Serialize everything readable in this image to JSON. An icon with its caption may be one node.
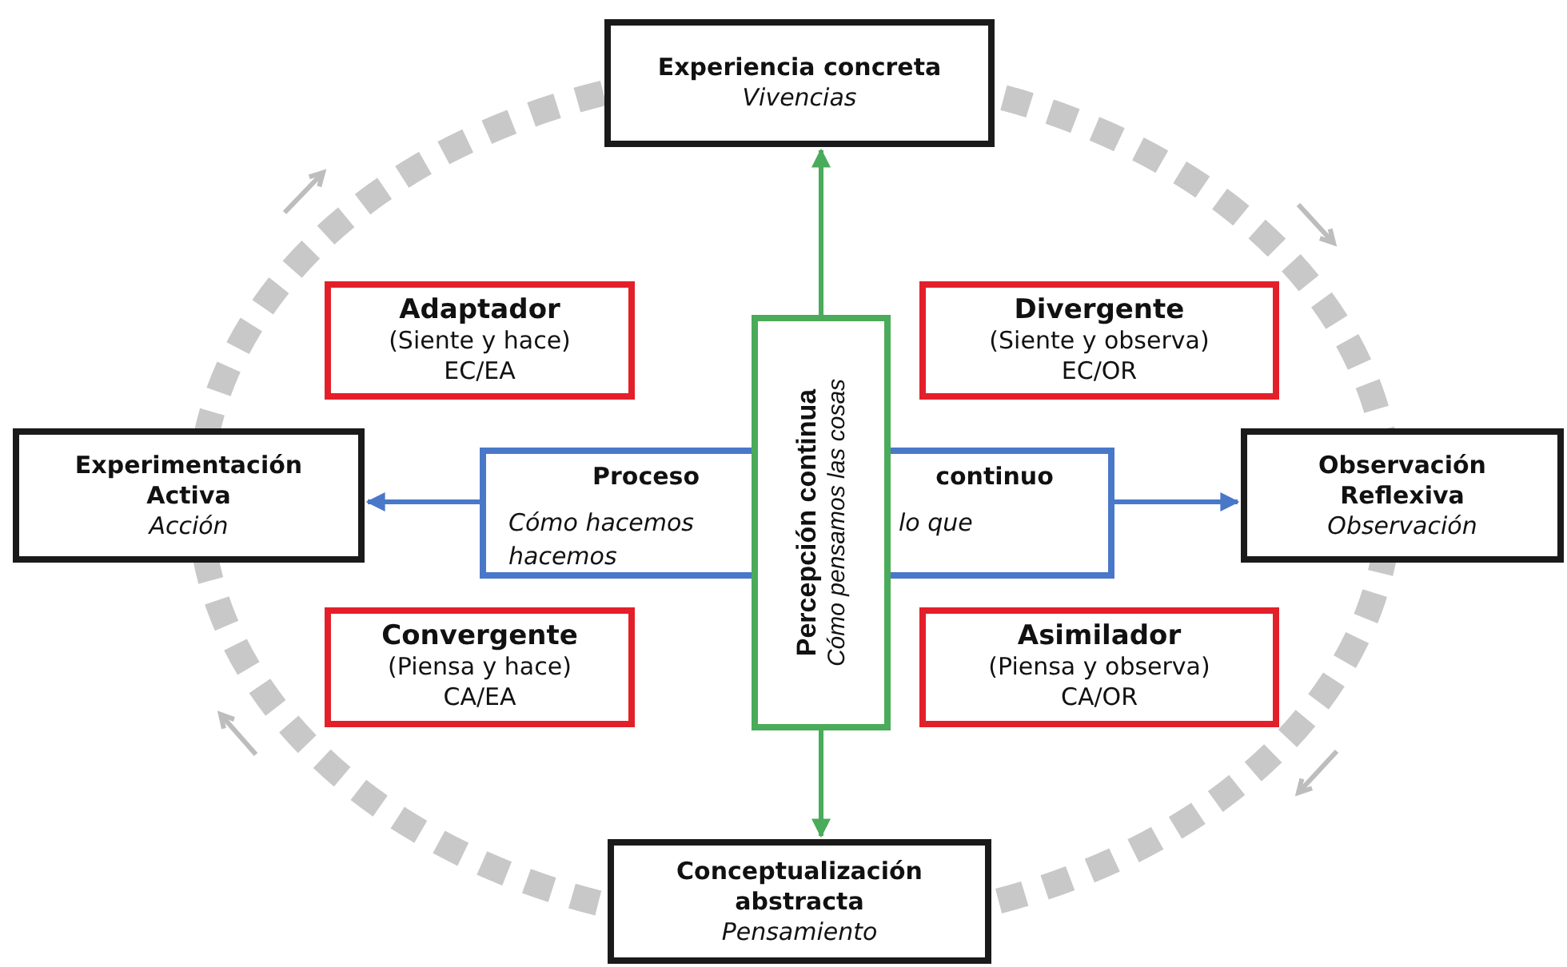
{
  "diagram": {
    "nodes": [
      {
        "text": [
          "Experiencia concreta",
          "Vivencias"
        ]
      },
      {
        "text": [
          "Adaptador",
          "(Siente y hace)",
          "EC/EA"
        ]
      },
      {
        "text": [
          "Divergente",
          "(Siente y observa)",
          "EC/OR"
        ]
      },
      {
        "text": [
          "Experimentación Activa",
          "Acción"
        ]
      },
      {
        "text": [
          "Proceso",
          "Cómo hacemos hacemos",
          "continuo",
          "lo que"
        ]
      },
      {
        "text": [
          "Percepción continua",
          "Cómo pensamos las cosas"
        ]
      },
      {
        "text": [
          "Observación Reflexiva",
          "Observación"
        ]
      },
      {
        "text": [
          "Convergente",
          "(Piensa y hace)",
          "CA/EA"
        ]
      },
      {
        "text": [
          "Asimilador",
          "(Piensa y observa)",
          "CA/OR"
        ]
      },
      {
        "text": [
          "Conceptualización abstracta",
          "Pensamiento"
        ]
      }
    ],
    "edges": [
      {
        "from": 5,
        "to": 0,
        "arrow": "to",
        "color": "#4aab5a"
      },
      {
        "from": 5,
        "to": 9,
        "arrow": "to",
        "color": "#4aab5a"
      },
      {
        "from": 4,
        "to": 3,
        "arrow": "to",
        "color": "#4a78c8"
      },
      {
        "from": 4,
        "to": 6,
        "arrow": "to",
        "color": "#4a78c8"
      }
    ]
  }
}
